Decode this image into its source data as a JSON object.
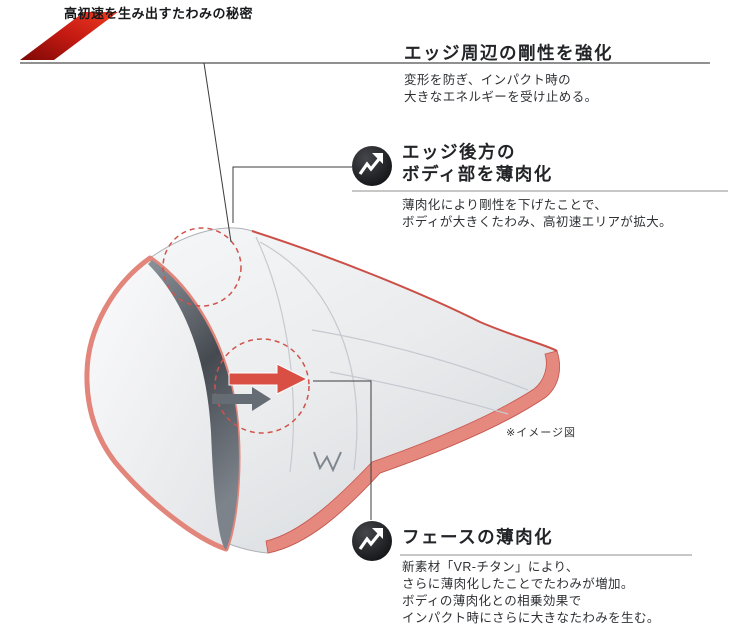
{
  "header": {
    "title": "高初速を生み出すたわみの秘密"
  },
  "annotations": {
    "edge_rigidity": {
      "title": "エッジ周辺の剛性を強化",
      "desc": [
        "変形を防ぎ、インパクト時の",
        "大きなエネルギーを受け止める。"
      ]
    },
    "body_thinning": {
      "title_line1": "エッジ後方の",
      "title_line2": "ボディ部を薄肉化",
      "desc": [
        "薄肉化により剛性を下げたことで、",
        "ボディが大きくたわみ、高初速エリアが拡大。"
      ]
    },
    "face_thinning": {
      "title": "フェースの薄肉化",
      "desc": [
        "新素材「VR-チタン」により、",
        "さらに薄肉化したことでたわみが増加。",
        "ボディの薄肉化との相乗効果で",
        "インパクト時にさらに大きなたわみを生む。"
      ]
    }
  },
  "caption": "※イメージ図",
  "icons": {
    "surge": "surge-arrow-icon"
  },
  "colors": {
    "accent_red": "#cb4f46",
    "salmon_band": "#e5887e",
    "swoosh_dark": "#7e0806",
    "swoosh_bright": "#ef3b22",
    "arrow_gray": "#666c74",
    "arrow_red": "#d94f44"
  }
}
